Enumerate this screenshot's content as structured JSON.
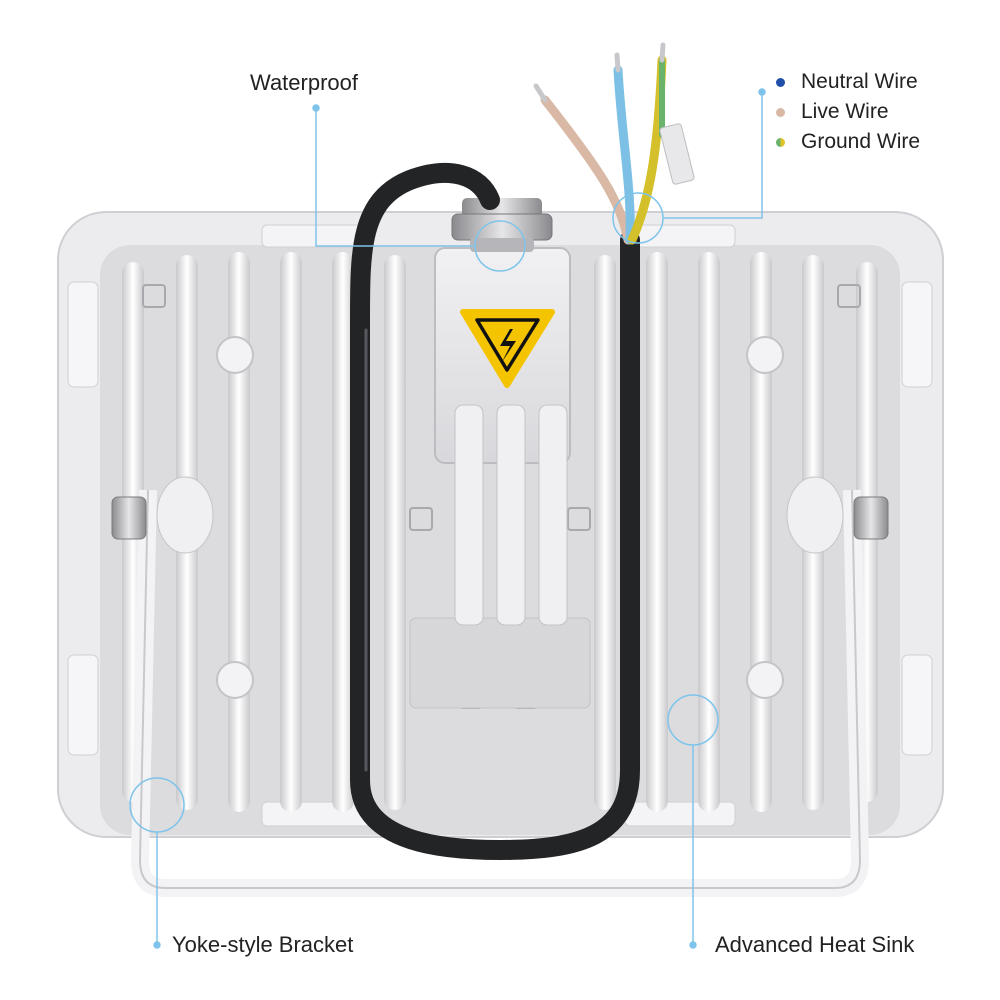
{
  "callouts": {
    "waterproof": "Waterproof",
    "yoke_bracket": "Yoke-style Bracket",
    "heat_sink": "Advanced Heat Sink"
  },
  "legend": [
    {
      "label": "Neutral Wire",
      "color": "#1f4fa8"
    },
    {
      "label": "Live Wire",
      "color": "#d9b8a6"
    },
    {
      "label": "Ground Wire",
      "color": "#c9b84a"
    }
  ],
  "colors": {
    "callout_line": "#7ec4ea",
    "housing": "#ececee",
    "fins": "#d4d4d6",
    "cable": "#222426",
    "warning_yellow": "#f5c400"
  }
}
